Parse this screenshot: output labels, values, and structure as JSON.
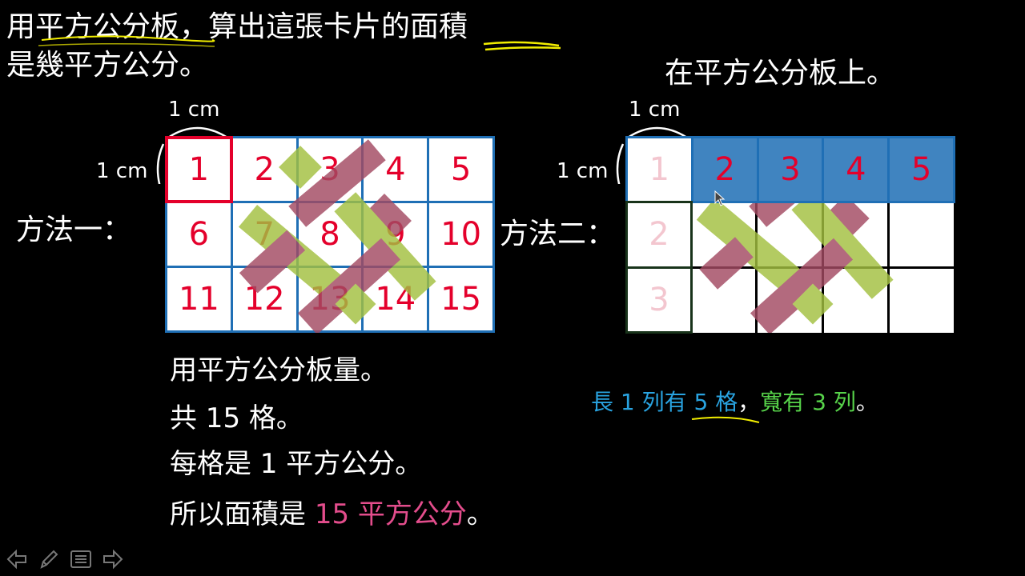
{
  "question": {
    "line1": "用平方公分板，算出這張卡片的面積",
    "line2": "是幾平方公分。"
  },
  "instruction_right": "在平方公分板上。",
  "method1": {
    "label": "方法一：",
    "unit_top": "1 cm",
    "unit_left": "1 cm",
    "cells": [
      "1",
      "2",
      "3",
      "4",
      "5",
      "6",
      "7",
      "8",
      "9",
      "10",
      "11",
      "12",
      "13",
      "14",
      "15"
    ],
    "steps": {
      "s1": "用平方公分板量。",
      "s2": "共 15 格。",
      "s3": "每格是 1 平方公分。",
      "s4_prefix": "所以面積是 ",
      "s4_answer": "15 平方公分",
      "s4_suffix": "。"
    }
  },
  "method2": {
    "label": "方法二：",
    "unit_top": "1 cm",
    "unit_left": "1 cm",
    "row_cells": [
      "1",
      "2",
      "3",
      "4",
      "5"
    ],
    "col_cells": [
      "2",
      "3"
    ],
    "note": {
      "part1": "長 1 列有 5 格",
      "sep": "，",
      "part2": "寬有 3 列",
      "end": "。"
    }
  },
  "colors": {
    "cell_number": "#e4002b",
    "highlight_border": "#e4002b",
    "grid_border": "#1f6fb5",
    "card_green": "#a3c040",
    "card_maroon": "#a34a62",
    "answer": "#e34d8c",
    "note_blue": "#29a3e0",
    "note_green": "#57d34a",
    "faded_number": "#f3c6cf",
    "underline_yellow": "#f2ee00"
  },
  "toolbar": {
    "icons": [
      "arrow-left-icon",
      "pen-icon",
      "menu-icon",
      "arrow-right-icon"
    ]
  }
}
